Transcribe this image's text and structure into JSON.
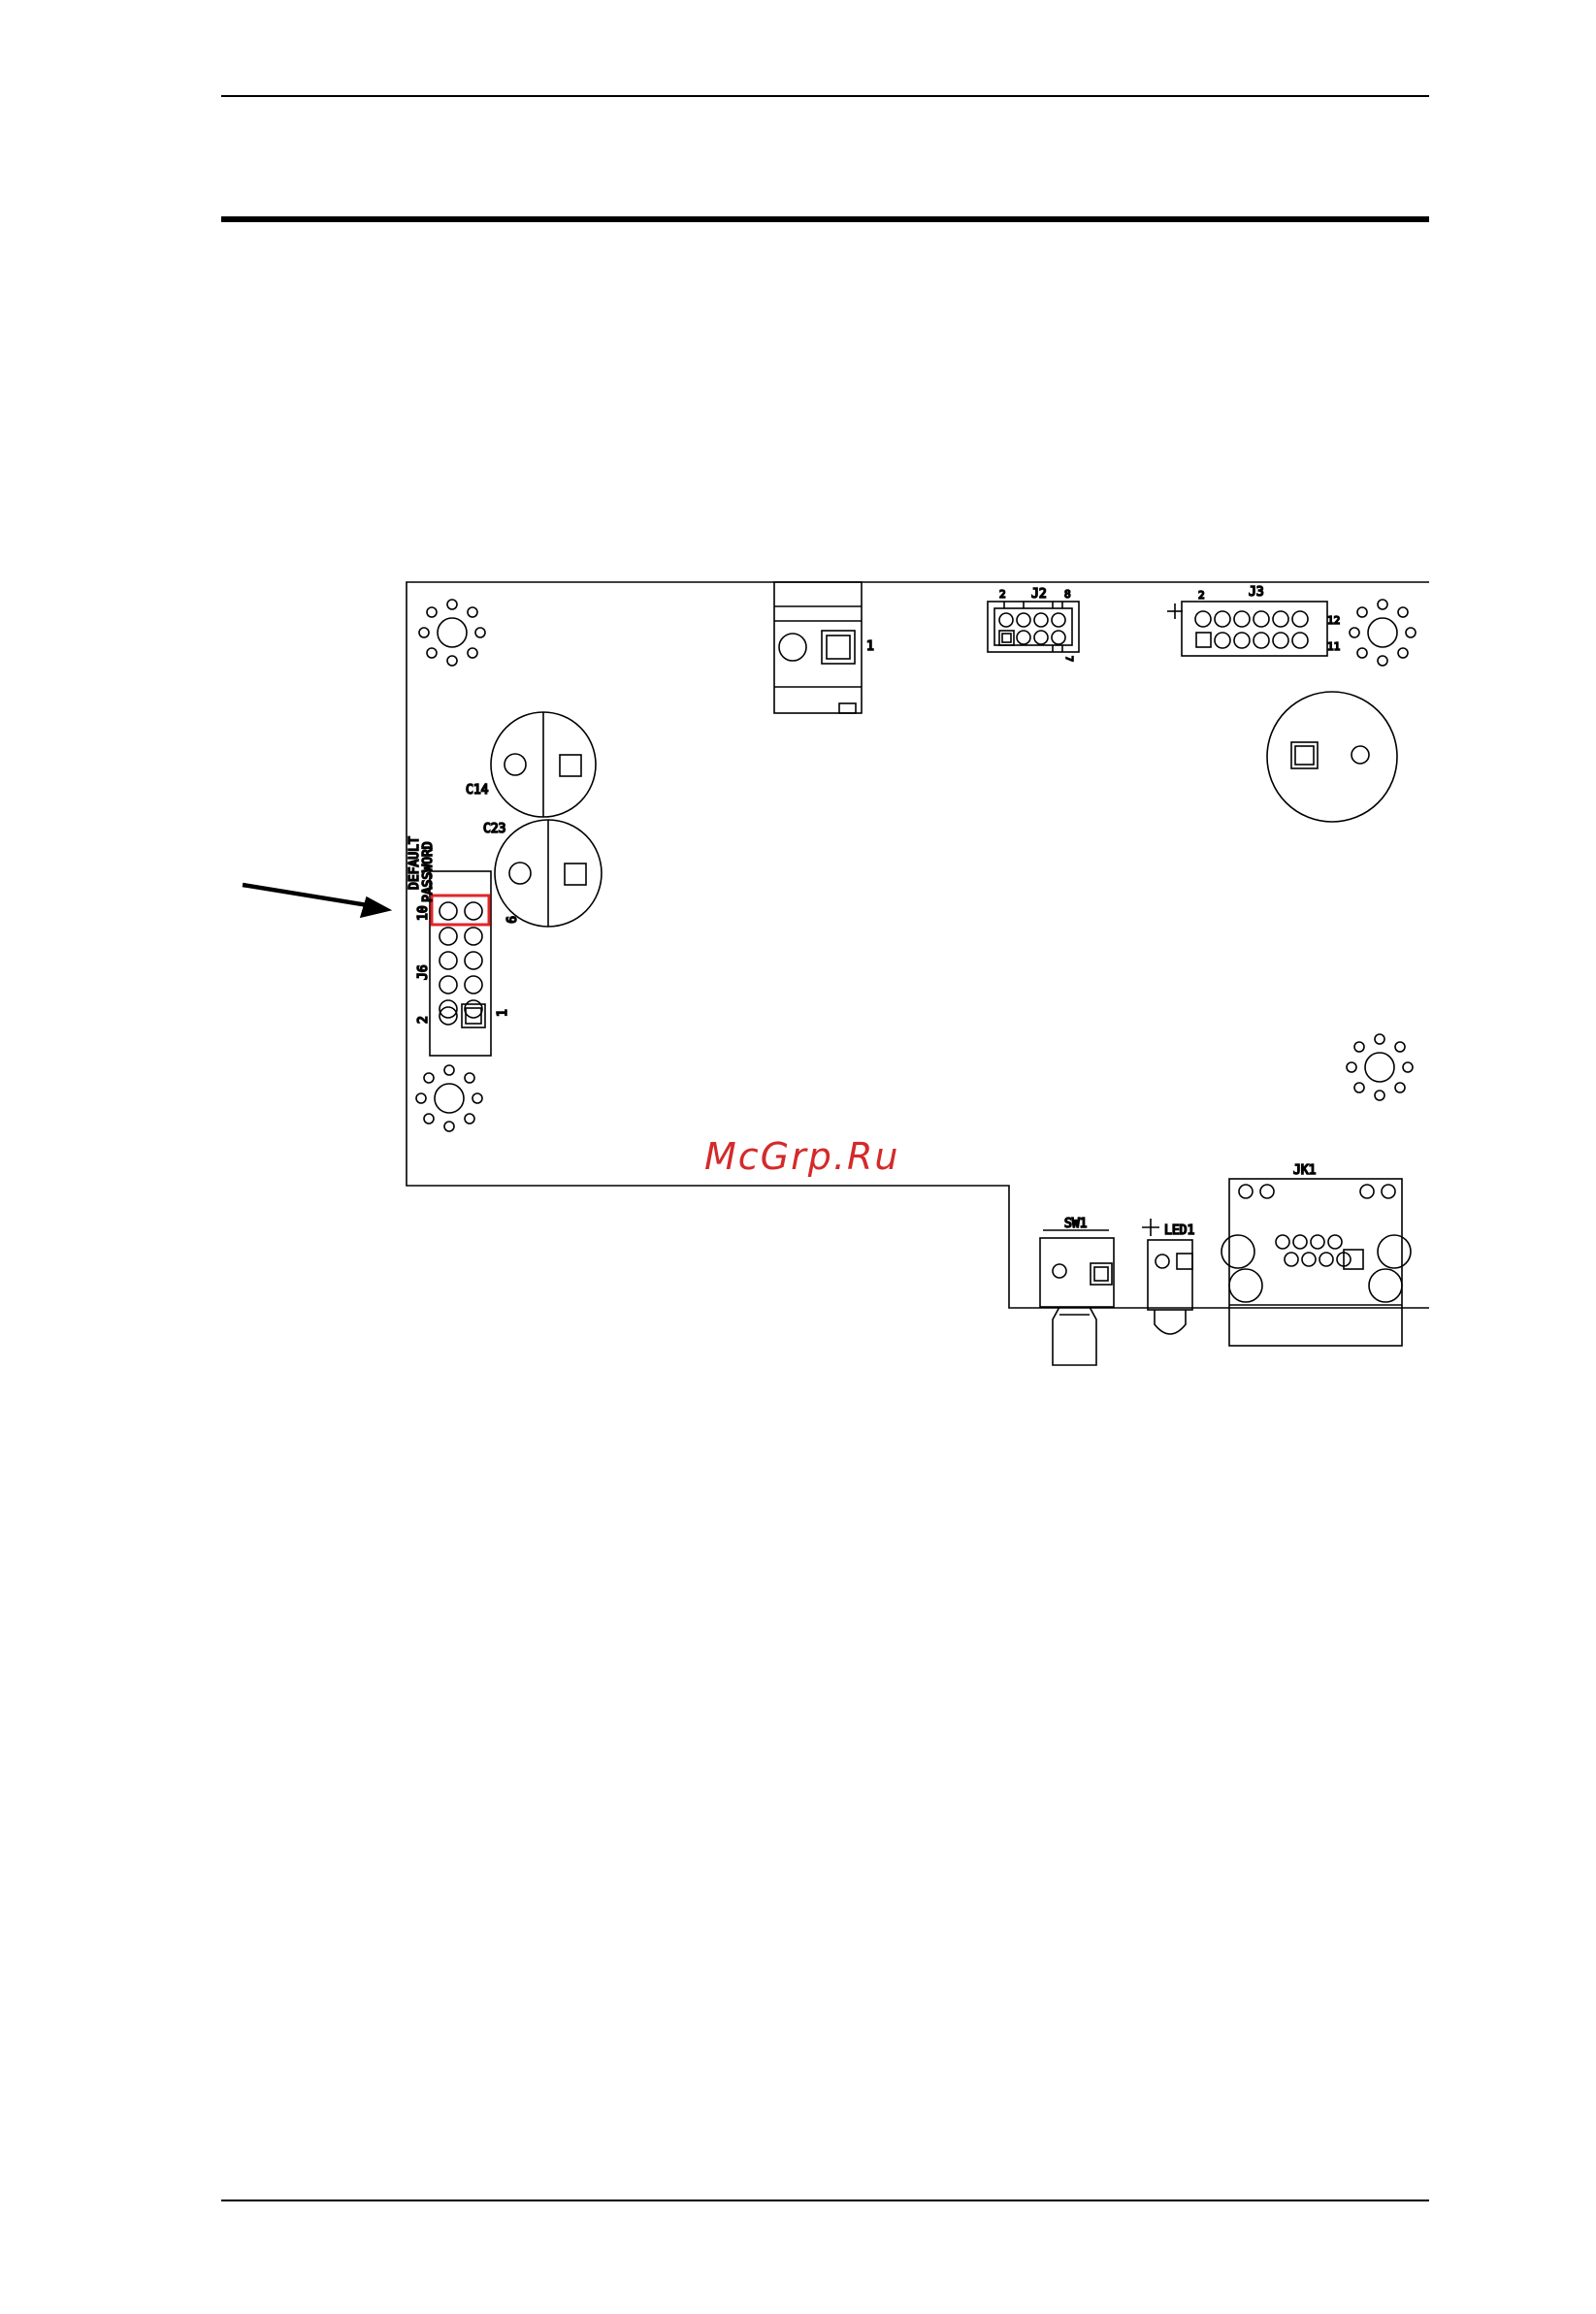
{
  "diagram": {
    "labels": {
      "j2": "J2",
      "j2_pin2": "2",
      "j2_pin8": "8",
      "j2_pin7": "7",
      "j3": "J3",
      "j3_pin2": "2",
      "j3_pin12": "12",
      "j3_pin11": "11",
      "conn1_pin1": "1",
      "c14": "C14",
      "c23": "C23",
      "j6": "J6",
      "j6_pin2": "2",
      "j6_pin1": "1",
      "j6_pin10": "10",
      "j6_pin9": "9",
      "default": "DEFAULT",
      "password": "PASSWORD",
      "sw1": "SW1",
      "led1": "LED1",
      "jk1": "JK1"
    },
    "watermark": "McGrp.Ru"
  },
  "colors": {
    "highlight": "#e0262a",
    "watermark": "#d42a2a",
    "ink": "#000000"
  }
}
